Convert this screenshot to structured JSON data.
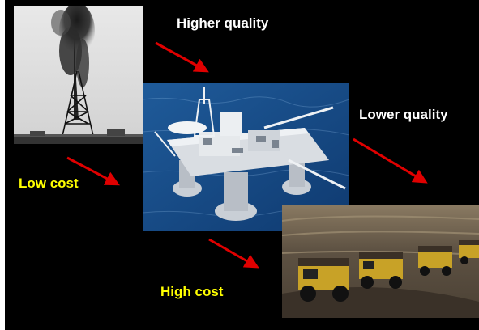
{
  "slide": {
    "labels": {
      "higher_quality": "Higher quality",
      "lower_quality": "Lower quality",
      "low_cost": "Low cost",
      "high_cost": "High cost"
    }
  },
  "colors": {
    "background": "#000000",
    "quality_text": "#ffffff",
    "cost_text": "#ffff00",
    "arrow": "#e00000"
  },
  "images": [
    {
      "name": "oil-gusher-photo",
      "depicts": "black-and-white photo of an oil derrick gusher"
    },
    {
      "name": "offshore-platform-photo",
      "depicts": "offshore oil platform in blue sea"
    },
    {
      "name": "oil-sands-trucks-photo",
      "depicts": "mining haul trucks on oil sands"
    }
  ]
}
